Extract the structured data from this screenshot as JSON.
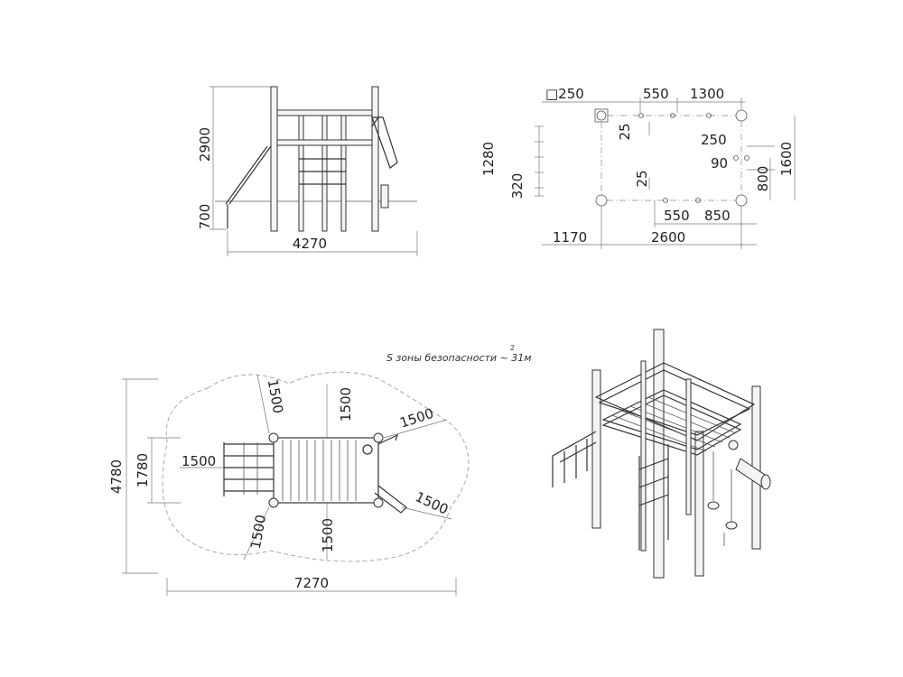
{
  "front_view": {
    "height_total": "2900",
    "height_lower": "700",
    "width": "4270"
  },
  "plan_view": {
    "post_size": "□250",
    "top_dims": [
      "550",
      "1300"
    ],
    "offset_25_top": "25",
    "offset_25_bottom": "25",
    "right_250": "250",
    "right_90": "90",
    "bottom_dims": [
      "550",
      "850"
    ],
    "left_height": "1280",
    "left_small": "320",
    "right_height": "1600",
    "right_small": "800",
    "bottom_overall": [
      "1170",
      "2600"
    ]
  },
  "safety_zone": {
    "label": "S зоны безопасности ~ 31м",
    "superscript": "2",
    "height_total": "4780",
    "height_inner": "1780",
    "width_total": "7270",
    "clearance": "1500"
  }
}
